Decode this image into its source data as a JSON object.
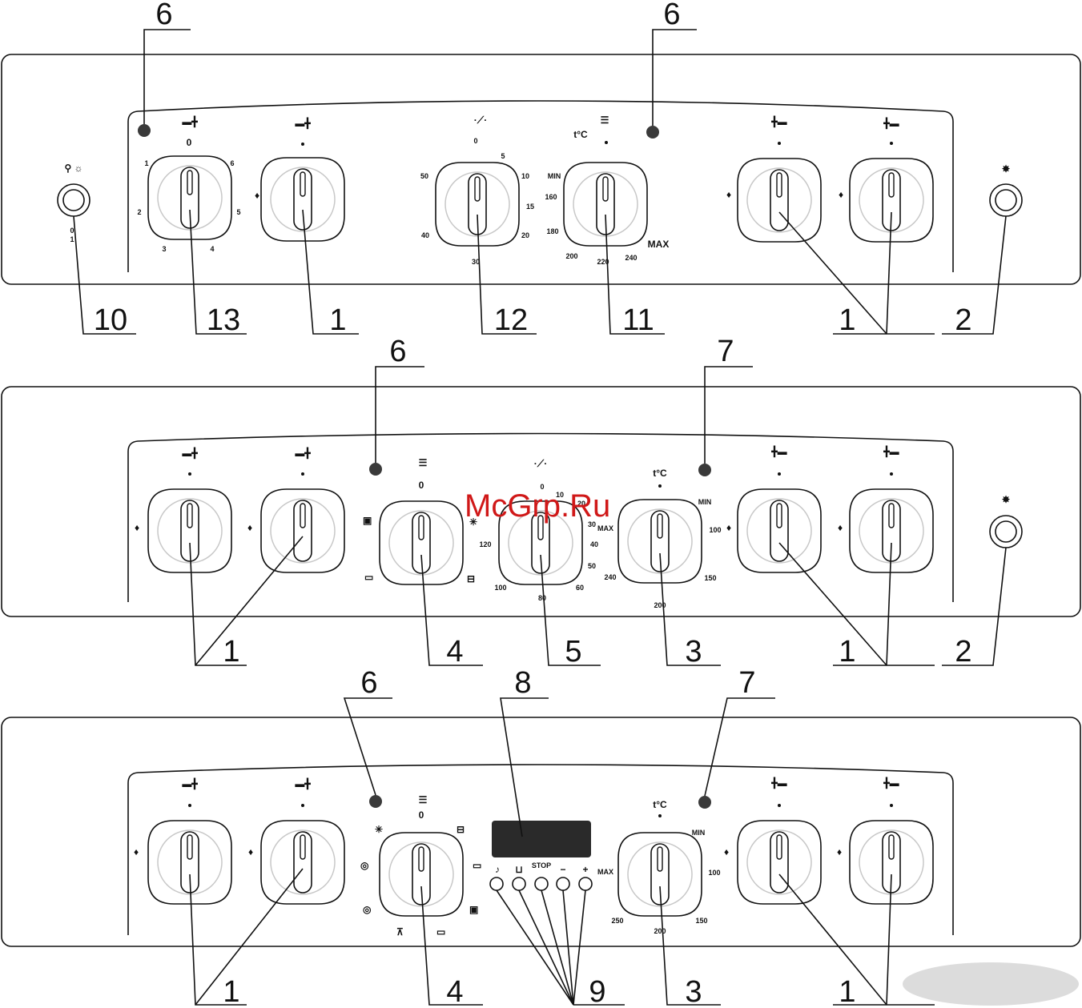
{
  "watermark": "McGrp.Ru",
  "callouts": {
    "p1": [
      {
        "id": "c6a",
        "text": "6"
      },
      {
        "id": "c6b",
        "text": "6"
      },
      {
        "id": "c10",
        "text": "10"
      },
      {
        "id": "c13",
        "text": "13"
      },
      {
        "id": "c1a",
        "text": "1"
      },
      {
        "id": "c12",
        "text": "12"
      },
      {
        "id": "c11",
        "text": "11"
      },
      {
        "id": "c1b",
        "text": "1"
      },
      {
        "id": "c2",
        "text": "2"
      }
    ],
    "p2": [
      {
        "id": "c6",
        "text": "6"
      },
      {
        "id": "c7",
        "text": "7"
      },
      {
        "id": "c1a",
        "text": "1"
      },
      {
        "id": "c4",
        "text": "4"
      },
      {
        "id": "c5",
        "text": "5"
      },
      {
        "id": "c3",
        "text": "3"
      },
      {
        "id": "c1b",
        "text": "1"
      },
      {
        "id": "c2",
        "text": "2"
      }
    ],
    "p3": [
      {
        "id": "c6",
        "text": "6"
      },
      {
        "id": "c8",
        "text": "8"
      },
      {
        "id": "c7",
        "text": "7"
      },
      {
        "id": "c1a",
        "text": "1"
      },
      {
        "id": "c4",
        "text": "4"
      },
      {
        "id": "c9",
        "text": "9"
      },
      {
        "id": "c3",
        "text": "3"
      },
      {
        "id": "c1b",
        "text": "1"
      }
    ]
  },
  "dial_marks": {
    "timer_p1": [
      "0",
      "5",
      "10",
      "15",
      "20",
      "30",
      "40",
      "50"
    ],
    "thermostat_p1": [
      "t°C",
      "MIN",
      "160",
      "180",
      "200",
      "220",
      "240",
      "MAX"
    ],
    "selector13": [
      "0",
      "1",
      "2",
      "3",
      "4",
      "5",
      "6"
    ],
    "timer_p2": [
      "0",
      "10",
      "20",
      "30",
      "40",
      "50",
      "60",
      "80",
      "100",
      "120"
    ],
    "thermostat_p2": [
      "t°C",
      "MIN",
      "100",
      "150",
      "200",
      "240",
      "MAX"
    ],
    "selector4_p2": [
      "0"
    ],
    "selector4_p3": [
      "0"
    ],
    "thermostat_p3": [
      "t°C",
      "MIN",
      "100",
      "150",
      "200",
      "250",
      "MAX"
    ],
    "switch10": [
      "0",
      "1"
    ],
    "stop_label": "STOP"
  },
  "colors": {
    "line": "#111111",
    "panel": "#ffffff",
    "lamp": "#3a3a3a",
    "display": "#2a2a2a",
    "watermark": "#d01818",
    "badge": "#dcdcdc"
  }
}
